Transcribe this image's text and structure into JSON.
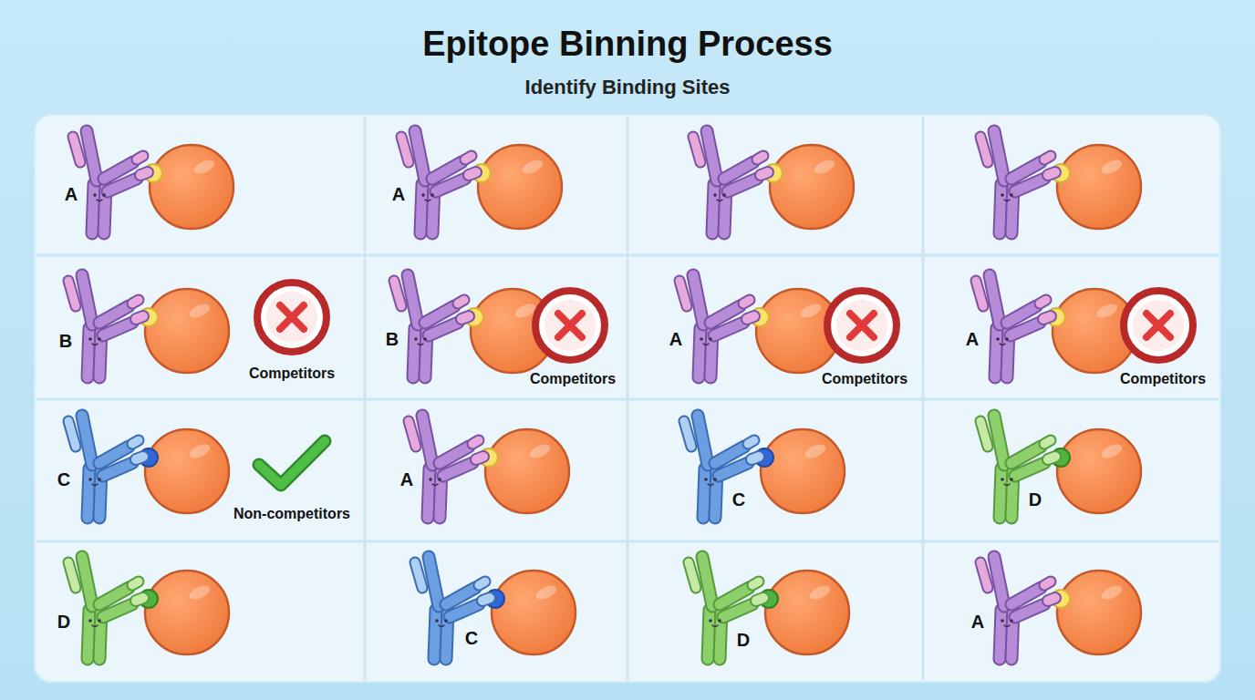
{
  "diagram": {
    "title": "Epitope Binning Process",
    "labels": [
      "Identify Binding Sites",
      "A",
      "A",
      "B",
      "Competitors",
      "B",
      "Competitors",
      "A",
      "Competitors",
      "A",
      "Competitors",
      "C",
      "Non-competitors",
      "A",
      "C",
      "D",
      "D",
      "C",
      "D",
      "A"
    ]
  }
}
